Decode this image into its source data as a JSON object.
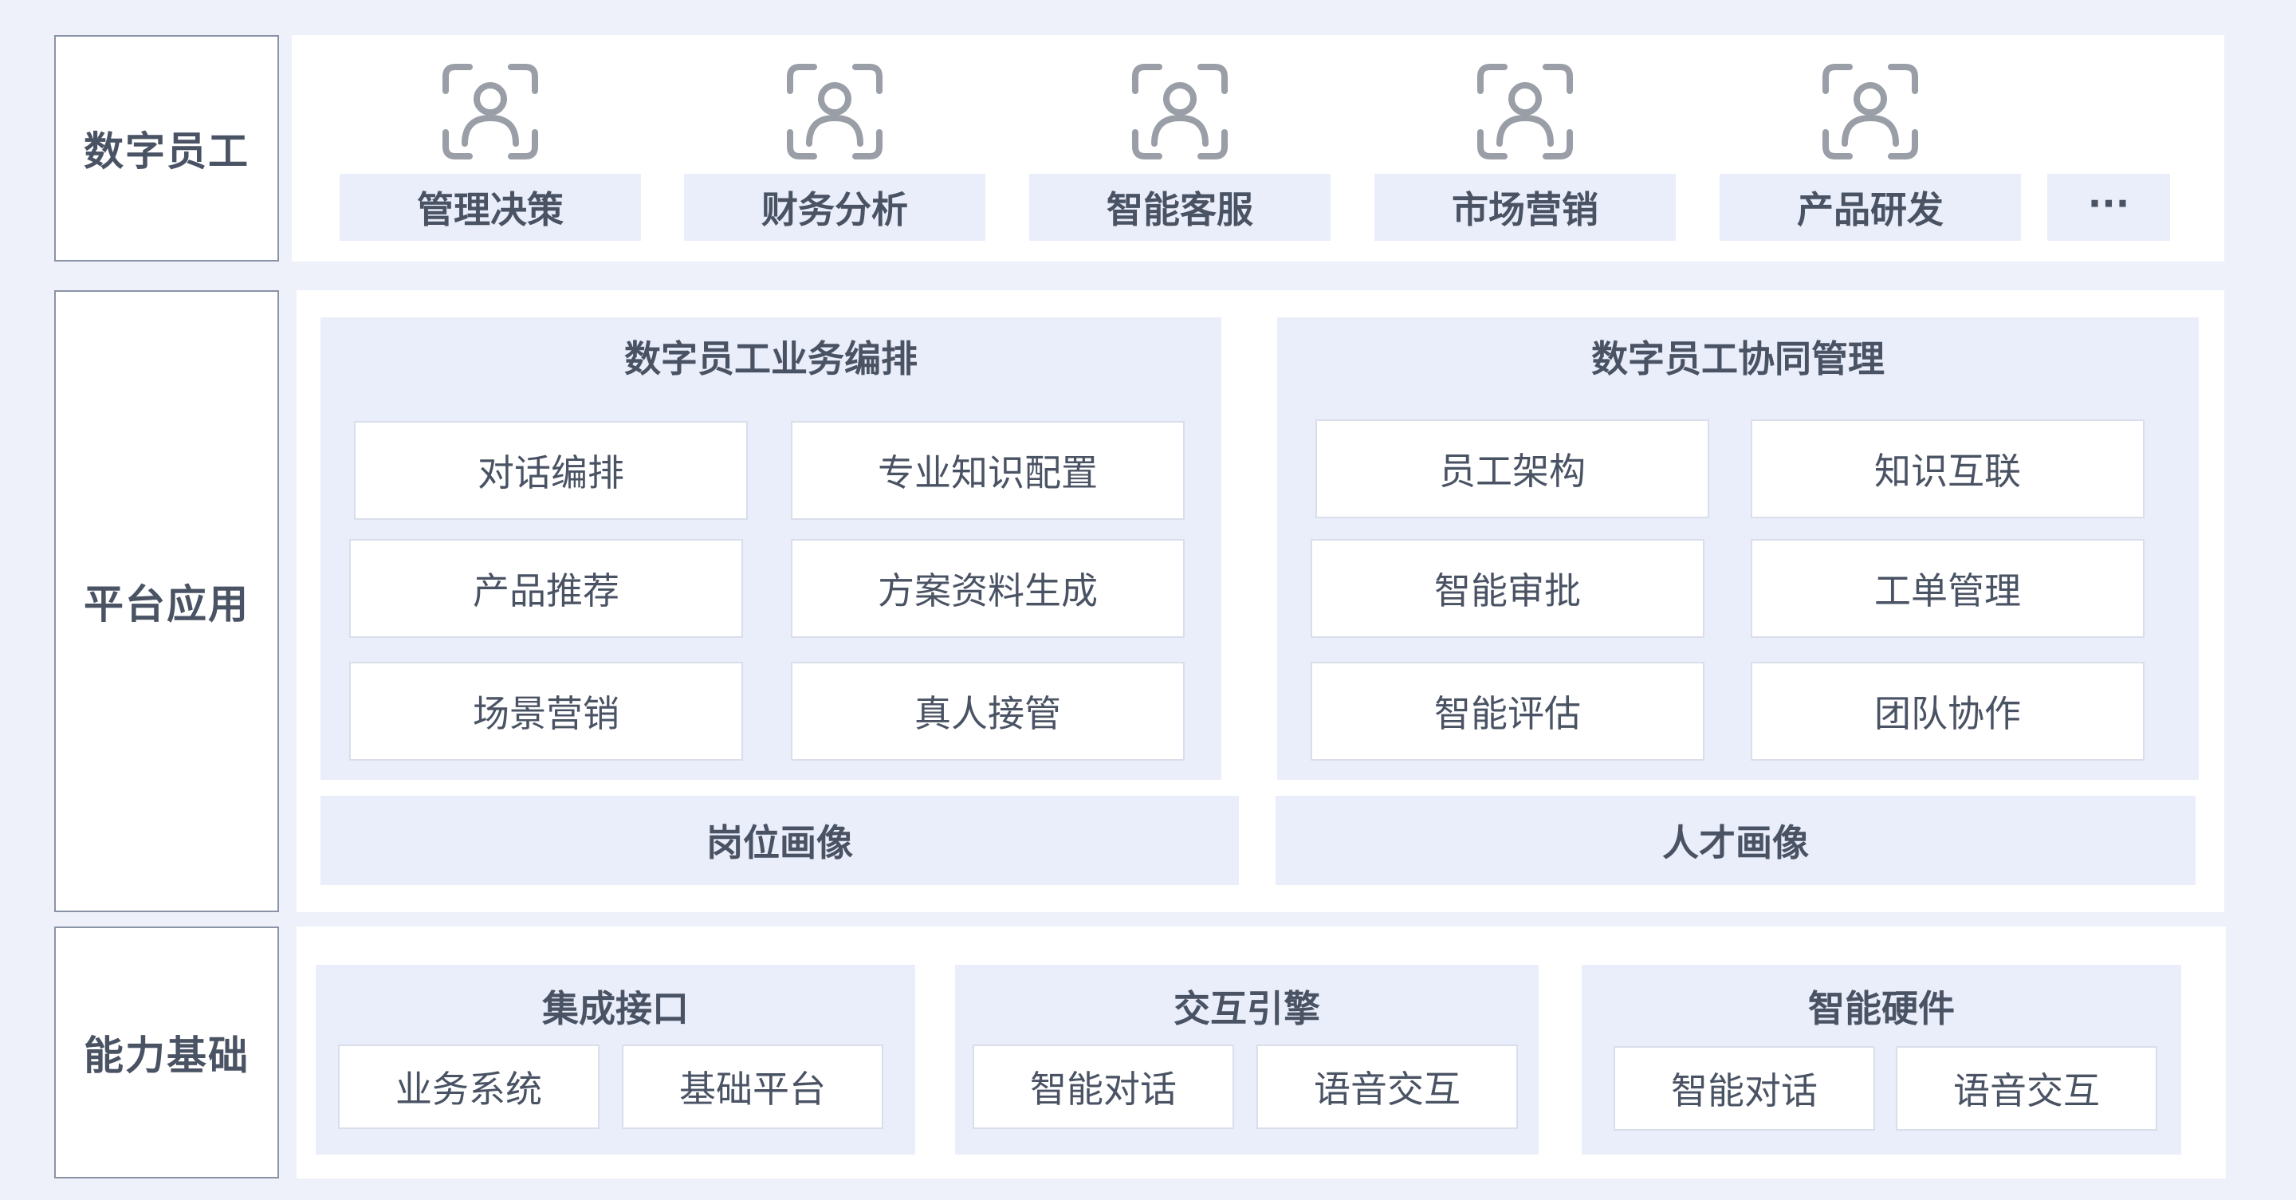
{
  "layers": {
    "digital_staff": "数字员工",
    "platform_app": "平台应用",
    "capability_base": "能力基础"
  },
  "roles": [
    "管理决策",
    "财务分析",
    "智能客服",
    "市场营销",
    "产品研发"
  ],
  "roles_more": "···",
  "orchestration": {
    "title": "数字员工业务编排",
    "items": [
      "对话编排",
      "专业知识配置",
      "产品推荐",
      "方案资料生成",
      "场景营销",
      "真人接管"
    ],
    "bar": "岗位画像"
  },
  "collaboration": {
    "title": "数字员工协同管理",
    "items": [
      "员工架构",
      "知识互联",
      "智能审批",
      "工单管理",
      "智能评估",
      "团队协作"
    ],
    "bar": "人才画像"
  },
  "integration": {
    "title": "集成接口",
    "items": [
      "业务系统",
      "基础平台"
    ]
  },
  "interaction": {
    "title": "交互引擎",
    "items": [
      "智能对话",
      "语音交互"
    ]
  },
  "hardware": {
    "title": "智能硬件",
    "items": [
      "智能对话",
      "语音交互"
    ]
  },
  "icon": {
    "name": "user-frame-icon",
    "color": "#9a9ea6"
  }
}
